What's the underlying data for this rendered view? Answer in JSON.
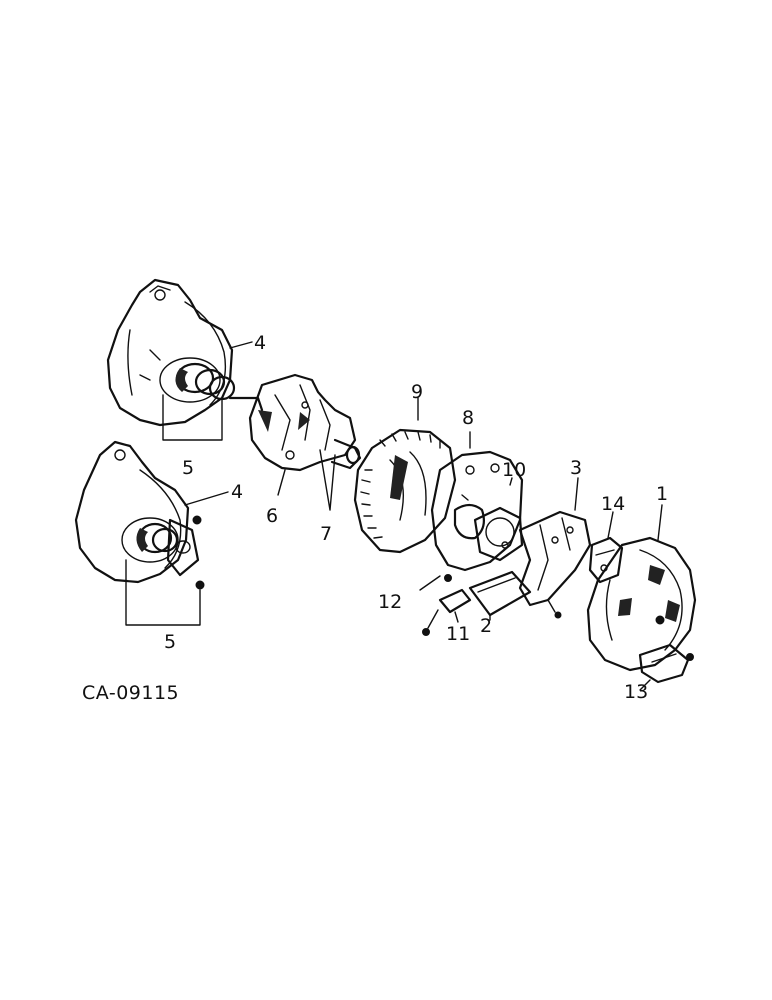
{
  "drawing_reference": "CA-09115",
  "callouts": {
    "c1": "1",
    "c2": "2",
    "c3": "3",
    "c4a": "4",
    "c4b": "4",
    "c5a": "5",
    "c5b": "5",
    "c6": "6",
    "c7": "7",
    "c8": "8",
    "c9": "9",
    "c10": "10",
    "c11": "11",
    "c12": "12",
    "c13": "13",
    "c14": "14"
  }
}
